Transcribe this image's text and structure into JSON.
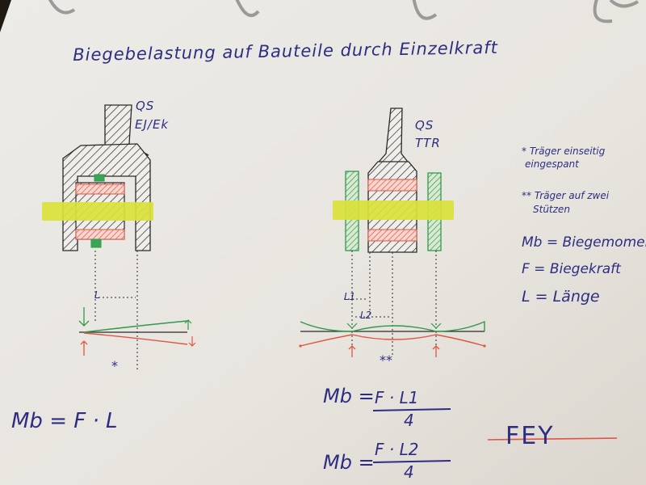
{
  "title": "Biegebelastung auf Bauteile durch Einzelkraft",
  "left_drawing": {
    "qs_label": "QS",
    "section_label": "EJ/Ek",
    "length_label": "L",
    "marker": "*"
  },
  "right_drawing": {
    "qs_label": "QS",
    "section_label": "TTR",
    "length1_label": "L1",
    "length2_label": "L2",
    "marker": "**"
  },
  "legend": {
    "single_star_line1": "* Träger einseitig",
    "single_star_line2": "eingespant",
    "double_star_line1": "** Träger auf zwei",
    "double_star_line2": "Stützen",
    "mb_def": "Mb = Biegemoment",
    "f_def": "F = Biegekraft",
    "l_def": "L = Länge"
  },
  "formulas": {
    "left": "Mb = F · L",
    "right1_lhs": "Mb =",
    "right1_num": "F · L1",
    "right1_den": "4",
    "right2_lhs": "Mb =",
    "right2_num": "F · L2",
    "right2_den": "4"
  },
  "signature": "FEY",
  "colors": {
    "paper": "#e9e6e1",
    "background": "#1e1a12",
    "ink_blue": "#2d2d82",
    "ink_black": "#2a2a2a",
    "ink_red": "#e05544",
    "ink_green": "#2f9a4a",
    "highlight_yellow": "#d9e23a"
  }
}
